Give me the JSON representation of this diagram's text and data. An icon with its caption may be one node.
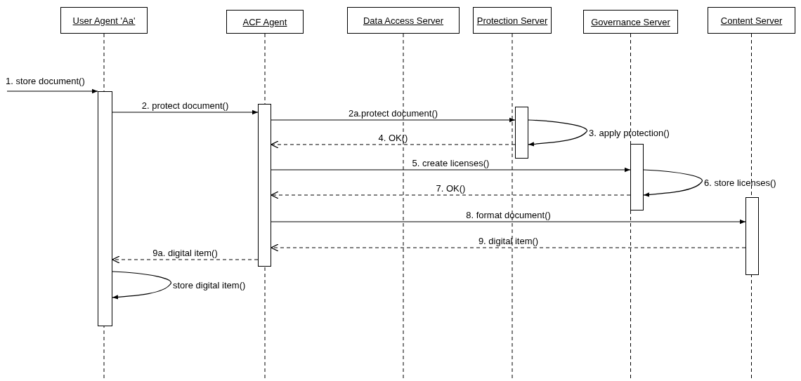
{
  "diagram": {
    "nodes": [
      {
        "text": [
          "User Agent 'Aa'"
        ]
      },
      {
        "text": [
          "ACF Agent"
        ]
      },
      {
        "text": [
          "Data Access Server"
        ]
      },
      {
        "text": [
          "Protection Server"
        ]
      },
      {
        "text": [
          "Governance Server"
        ]
      },
      {
        "text": [
          "Content Server"
        ]
      },
      {
        "text": [],
        "shape": "bar"
      },
      {
        "text": [],
        "shape": "bar"
      },
      {
        "text": [],
        "shape": "bar"
      },
      {
        "text": [],
        "shape": "bar"
      },
      {
        "text": [],
        "shape": "bar"
      }
    ],
    "edges": [
      {
        "from": null,
        "to": 6,
        "arrow": "to",
        "label": "1. store document()"
      },
      {
        "from": 6,
        "to": 7,
        "arrow": "to",
        "label": "2. protect document()"
      },
      {
        "from": 7,
        "to": 8,
        "arrow": "to",
        "label": "2a.protect document()"
      },
      {
        "from": 8,
        "to": 8,
        "arrow": "to",
        "label": "3. apply protection()"
      },
      {
        "from": 8,
        "to": 7,
        "arrow": "to",
        "label": "4. OK()",
        "style": "dashed"
      },
      {
        "from": 7,
        "to": 9,
        "arrow": "to",
        "label": "5. create licenses()"
      },
      {
        "from": 9,
        "to": 9,
        "arrow": "to",
        "label": "6. store licenses()"
      },
      {
        "from": 9,
        "to": 7,
        "arrow": "to",
        "label": "7. OK()",
        "style": "dashed"
      },
      {
        "from": 7,
        "to": 10,
        "arrow": "to",
        "label": "8. format document()"
      },
      {
        "from": 10,
        "to": 7,
        "arrow": "to",
        "label": "9. digital item()",
        "style": "dashed"
      },
      {
        "from": 7,
        "to": 6,
        "arrow": "to",
        "label": "9a. digital item()",
        "style": "dashed"
      },
      {
        "from": 6,
        "to": 6,
        "arrow": "to",
        "label": "store digital item()"
      }
    ]
  }
}
